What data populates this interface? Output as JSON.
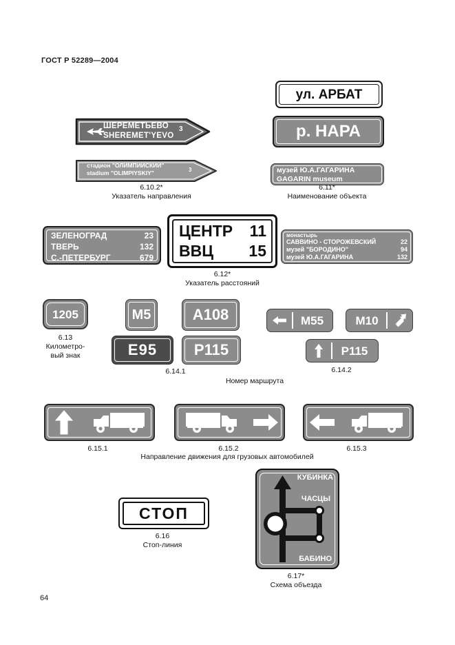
{
  "document": {
    "standard_header": "ГОСТ Р 52289—2004",
    "page_number": "64"
  },
  "signs": {
    "g610": {
      "code": "6.10.2*",
      "caption": "Указатель направления",
      "plate_main": {
        "line1": "ШЕРЕМЕТЬЕВО",
        "line2": "SHEREMET'YEVO",
        "distance": "3",
        "icon": "airplane-icon"
      },
      "plate_sub": {
        "line1": "стадион \"ОЛИМПИЙСКИЙ\"",
        "line2": "stadium \"OLIMPIYSKIY\"",
        "distance": "3"
      }
    },
    "g611": {
      "code": "6.11*",
      "caption": "Наименование объекта",
      "plate_street": "ул. АРБАТ",
      "plate_river": "р. НАРА",
      "plate_museum_ru": "музей Ю.А.ГАГАРИНА",
      "plate_museum_en": "GAGARIN museum"
    },
    "g612": {
      "code": "6.12*",
      "caption": "Указатель расстояний",
      "table_left": [
        {
          "name": "ЗЕЛЕНОГРАД",
          "km": "23"
        },
        {
          "name": "ТВЕРЬ",
          "km": "132"
        },
        {
          "name": "С.-ПЕТЕРБУРГ",
          "km": "679"
        }
      ],
      "table_center": [
        {
          "name": "ЦЕНТР",
          "km": "11"
        },
        {
          "name": "ВВЦ",
          "km": "15"
        }
      ],
      "table_right_title": "монастырь",
      "table_right": [
        {
          "name": "САВВИНО - СТОРОЖЕВСКИЙ",
          "km": "22"
        },
        {
          "name": "музей \"БОРОДИНО\"",
          "km": "94"
        },
        {
          "name": "музей Ю.А.ГАГАРИНА",
          "km": "132"
        }
      ]
    },
    "g613": {
      "code": "6.13",
      "caption_line1": "Километро-",
      "caption_line2": "вый знак",
      "value": "1205"
    },
    "g6141": {
      "code": "6.14.1",
      "m5": "M5",
      "a108": "A108",
      "e95": "E95",
      "r115": "P115"
    },
    "g6142": {
      "code": "6.14.2",
      "left_sign": {
        "arrow": "arrow-left-icon",
        "number": "M55"
      },
      "right_sign": {
        "number": "M10",
        "arrow": "arrow-up-right-icon"
      },
      "bottom_sign": {
        "arrow": "arrow-up-icon",
        "number": "P115"
      }
    },
    "route_caption": "Номер маршрута",
    "g615": {
      "caption": "Направление движения для грузовых автомобилей",
      "items": [
        {
          "code": "6.15.1",
          "arrow": "arrow-up-icon",
          "truck": "truck-icon"
        },
        {
          "code": "6.15.2",
          "truck": "truck-icon",
          "arrow": "arrow-right-icon"
        },
        {
          "code": "6.15.3",
          "arrow": "arrow-left-icon",
          "truck": "truck-icon"
        }
      ]
    },
    "g616": {
      "code": "6.16",
      "caption": "Стоп-линия",
      "text": "СТОП"
    },
    "g617": {
      "code": "6.17*",
      "caption": "Схема объезда",
      "label_top": "КУБИНКА",
      "label_mid": "ЧАСЦЫ",
      "label_bottom": "БАБИНО"
    }
  },
  "colors": {
    "sign_gray": "#8c8c8c",
    "sign_dark": "#4b4b4b",
    "sign_white": "#ffffff",
    "ink": "#111111"
  }
}
